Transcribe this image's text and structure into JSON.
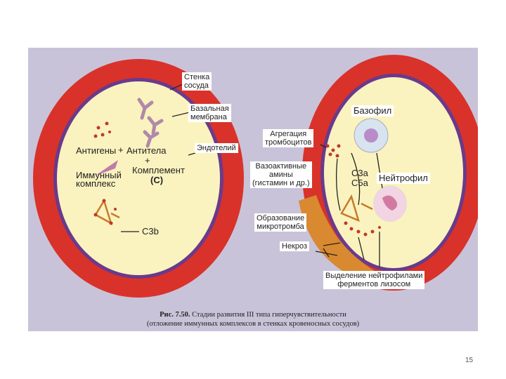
{
  "left_panel": {
    "labels": {
      "vessel_wall": "Стенка\nсосуда",
      "basement_membrane": "Базальная\nмембрана",
      "endothelium": "Эндотелий",
      "antigens": "Антигены",
      "antibodies": "Антитела",
      "complement": "Комплемент",
      "complement_symbol": "(C)",
      "immune_complex": "Иммунный\nкомплекс",
      "c3b": "C3b",
      "plus": "+"
    }
  },
  "right_panel": {
    "labels": {
      "basophil": "Базофил",
      "platelet_aggregation": "Агрегация\nтромбоцитов",
      "vasoactive_amines": "Вазоактивные\nамины\n(гистамин и др.)",
      "c3a": "C3a",
      "c5a": "C5a",
      "neutrophil": "Нейтрофил",
      "microthrombus": "Образование\nмикротромба",
      "necrosis": "Некроз",
      "enzyme_release": "Выделение нейтрофилами\nферментов лизосом"
    }
  },
  "caption": {
    "figure_no": "Рис. 7.50.",
    "line1": "Стадии развития III типа гиперчувствительности",
    "line2": "(отложение иммунных комплексов в стенках кровеносных сосудов)"
  },
  "page_number": "15",
  "colors": {
    "background": "#c9c3d9",
    "vessel_wall": "#d9322a",
    "membrane": "#6a3a8c",
    "lumen": "#fbf3bf",
    "necrosis": "#d9892f"
  }
}
